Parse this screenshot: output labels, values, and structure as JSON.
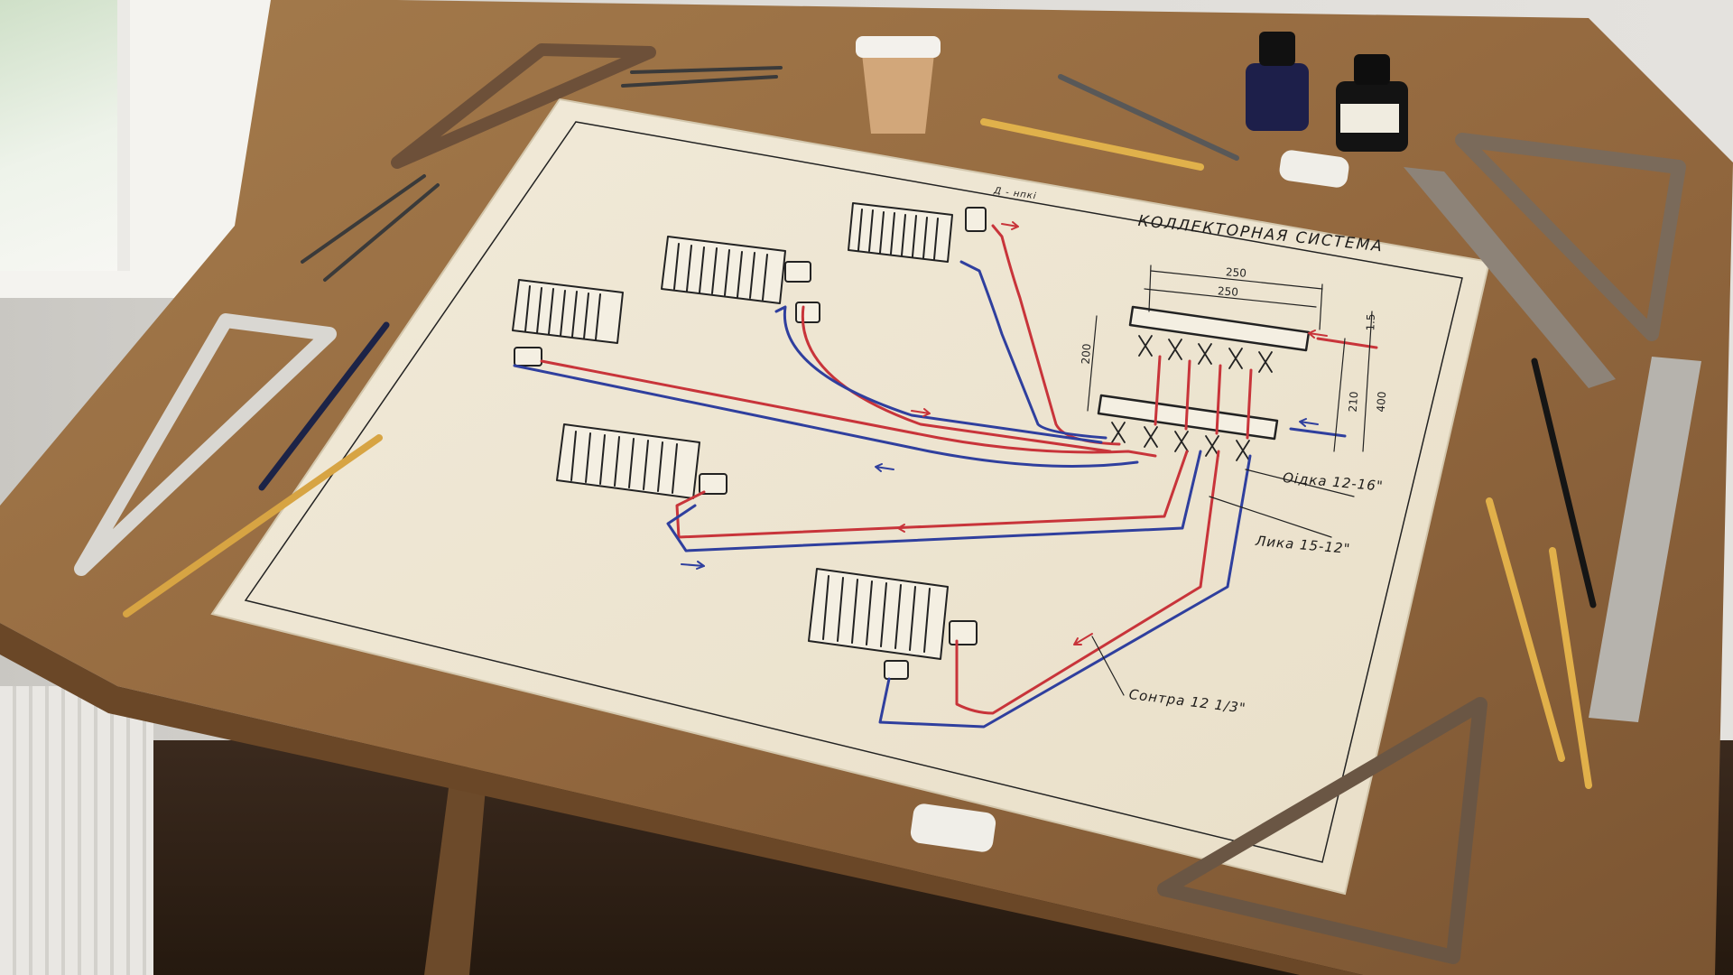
{
  "scene": {
    "description_free": true
  },
  "drawing": {
    "title": "КОЛЛЕКТОРНАЯ СИСТЕМА",
    "top_note": "Д - нпкі",
    "label_a": "Оідка 12-16\"",
    "label_b": "Лика 15-12\"",
    "label_c": "Сонтра 12 1/3\"",
    "dimensions": {
      "top_outer": "250",
      "top_inner": "250",
      "right_small": "1.5",
      "left_height": "200",
      "right_inner": "210",
      "right_outer": "400"
    }
  },
  "colors": {
    "paper": "#efe8d6",
    "board": "#9b7447",
    "hot_pipe": "#c8343a",
    "cold_pipe": "#2f3f9e",
    "ink": "#222222"
  },
  "icons": [
    "coffee-cup-icon",
    "ink-bottle-icon",
    "pencil-icon",
    "triangle-ruler-icon",
    "compass-icon",
    "eraser-icon",
    "steel-ruler-icon",
    "radiator-icon",
    "valve-icon"
  ]
}
